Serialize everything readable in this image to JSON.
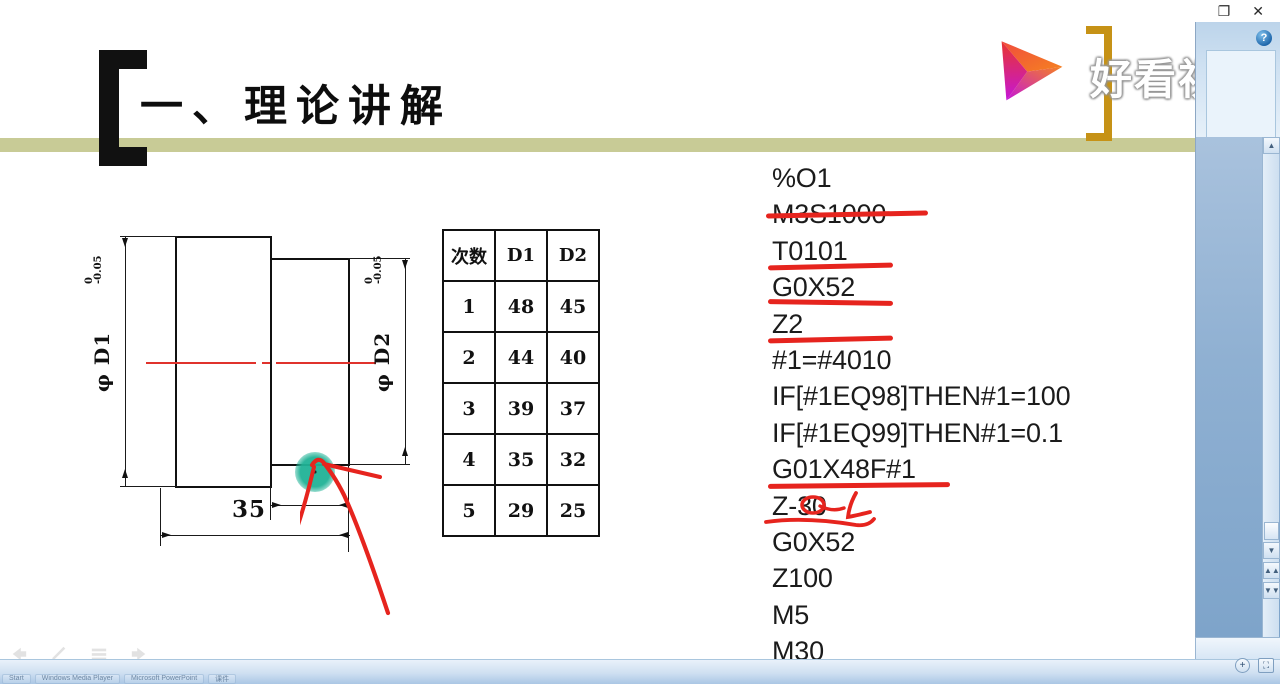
{
  "window": {
    "restore_label": "❐",
    "close_label": "✕",
    "help_label": "?"
  },
  "slide": {
    "title": "一、理论讲解",
    "band_color": "#c8cb96",
    "bracket_color": "#111111"
  },
  "drawing": {
    "name": "stepped-shaft-drawing",
    "dim_d1": "φ D1",
    "dim_d1_upper_tol": "0",
    "dim_d1_lower_tol": "-0.05",
    "dim_d2": "φ D2",
    "dim_d2_upper_tol": "0",
    "dim_d2_lower_tol": "-0.05",
    "length_dim": "35",
    "centerline_color": "#e0322c",
    "annotation_color": "#e6241e",
    "laser_color": "#20b296"
  },
  "table": {
    "headers": [
      "次数",
      "D1",
      "D2"
    ],
    "rows": [
      [
        "1",
        "48",
        "45"
      ],
      [
        "2",
        "44",
        "40"
      ],
      [
        "3",
        "39",
        "37"
      ],
      [
        "4",
        "35",
        "32"
      ],
      [
        "5",
        "29",
        "25"
      ]
    ]
  },
  "gcode": {
    "lines": [
      {
        "text": "%O1",
        "mark": "none"
      },
      {
        "text": "M3S1000",
        "mark": "strike"
      },
      {
        "text": "T0101",
        "mark": "underline"
      },
      {
        "text": "G0X52",
        "mark": "underline"
      },
      {
        "text": "Z2",
        "mark": "underline"
      },
      {
        "text": "#1=#4010",
        "mark": "none"
      },
      {
        "text": "IF[#1EQ98]THEN#1=100",
        "mark": "none"
      },
      {
        "text": "IF[#1EQ99]THEN#1=0.1",
        "mark": "none"
      },
      {
        "text": "G01X48F#1",
        "mark": "underline-long"
      },
      {
        "text": "Z-30",
        "mark": "scribble"
      },
      {
        "text": "G0X52",
        "mark": "none"
      },
      {
        "text": "Z100",
        "mark": "none"
      },
      {
        "text": "M5",
        "mark": "none"
      },
      {
        "text": "M30",
        "mark": "none"
      }
    ],
    "handwritten_correction": "15"
  },
  "watermark": {
    "text": "好看视频",
    "logo_name": "haokan-play-logo"
  },
  "statusbar": {
    "zoom_in_label": "+",
    "fit_label": "⛶"
  },
  "taskbar": {
    "items": [
      "Start",
      "Windows Media Player",
      "Microsoft PowerPoint",
      "课件"
    ]
  },
  "show_nav": {
    "items": [
      "prev-slide-icon",
      "pen-icon",
      "menu-icon",
      "next-slide-icon"
    ]
  }
}
